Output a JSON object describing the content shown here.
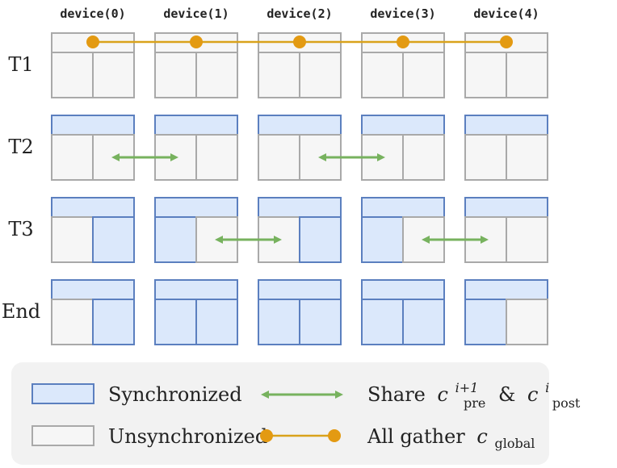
{
  "devices": [
    "device(0)",
    "device(1)",
    "device(2)",
    "device(3)",
    "device(4)"
  ],
  "rows": [
    {
      "label": "T1",
      "cells": [
        [
          "u",
          "u",
          "u"
        ],
        [
          "u",
          "u",
          "u"
        ],
        [
          "u",
          "u",
          "u"
        ],
        [
          "u",
          "u",
          "u"
        ],
        [
          "u",
          "u",
          "u"
        ]
      ],
      "all_gather": true,
      "share_arrows": []
    },
    {
      "label": "T2",
      "cells": [
        [
          "s",
          "u",
          "u"
        ],
        [
          "s",
          "u",
          "u"
        ],
        [
          "s",
          "u",
          "u"
        ],
        [
          "s",
          "u",
          "u"
        ],
        [
          "s",
          "u",
          "u"
        ]
      ],
      "all_gather": false,
      "share_arrows": [
        [
          0,
          1
        ],
        [
          2,
          3
        ]
      ]
    },
    {
      "label": "T3",
      "cells": [
        [
          "s",
          "u",
          "s"
        ],
        [
          "s",
          "s",
          "u"
        ],
        [
          "s",
          "u",
          "s"
        ],
        [
          "s",
          "s",
          "u"
        ],
        [
          "s",
          "u",
          "u"
        ]
      ],
      "all_gather": false,
      "share_arrows": [
        [
          1,
          2
        ],
        [
          3,
          4
        ]
      ]
    },
    {
      "label": "End",
      "cells": [
        [
          "s",
          "u",
          "s"
        ],
        [
          "s",
          "s",
          "s"
        ],
        [
          "s",
          "s",
          "s"
        ],
        [
          "s",
          "s",
          "s"
        ],
        [
          "s",
          "s",
          "u"
        ]
      ],
      "all_gather": false,
      "share_arrows": []
    }
  ],
  "legend": {
    "synchronized": "Synchronized",
    "unsynchronized": "Unsynchronized",
    "share_label": "Share",
    "share_math": {
      "first_var": "c",
      "first_sup": "i+1",
      "first_sub": "pre",
      "amp": "&",
      "second_var": "c",
      "second_sup": "i",
      "second_sub": "post"
    },
    "gather_label": "All gather",
    "gather_math": {
      "var": "c",
      "sub": "global"
    }
  },
  "colors": {
    "sync_fill": "#dbe8fb",
    "sync_stroke": "#5b7fbf",
    "unsync_fill": "#f6f6f6",
    "unsync_stroke": "#a9a9a9",
    "share_arrow": "#77b25e",
    "gather_line": "#d9a21b",
    "gather_dot": "#e39a12",
    "legend_bg": "#f2f2f2"
  }
}
